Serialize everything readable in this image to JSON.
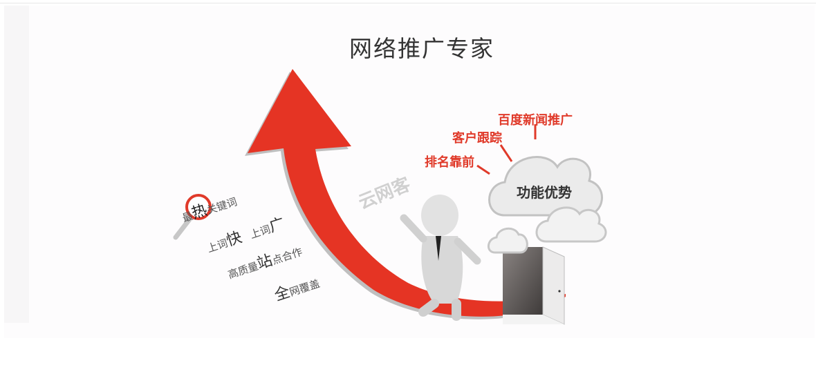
{
  "banner": {
    "title": "网络推广专家",
    "watermark": "云网客",
    "features": [
      "百度新闻推广",
      "客户跟踪",
      "排名靠前"
    ],
    "cloud_label": "功能优势",
    "keywords": {
      "line1_a": "最",
      "line1_hot": "热",
      "line1_b": "关键词",
      "line2_a": "上词",
      "line2_big": "快",
      "line2_c": "上词",
      "line2_big2": "广",
      "line3_a": "高质量",
      "line3_big": "站",
      "line3_b": "点合作",
      "line4_big": "全",
      "line4_b": "网覆盖"
    }
  },
  "colors": {
    "accent": "#e03a2a",
    "arrow": "#e53424",
    "text": "#333333"
  },
  "icons": [
    "magnifier-icon",
    "arrow-up-icon",
    "cloud-icon",
    "door-icon",
    "person-figure-icon"
  ]
}
